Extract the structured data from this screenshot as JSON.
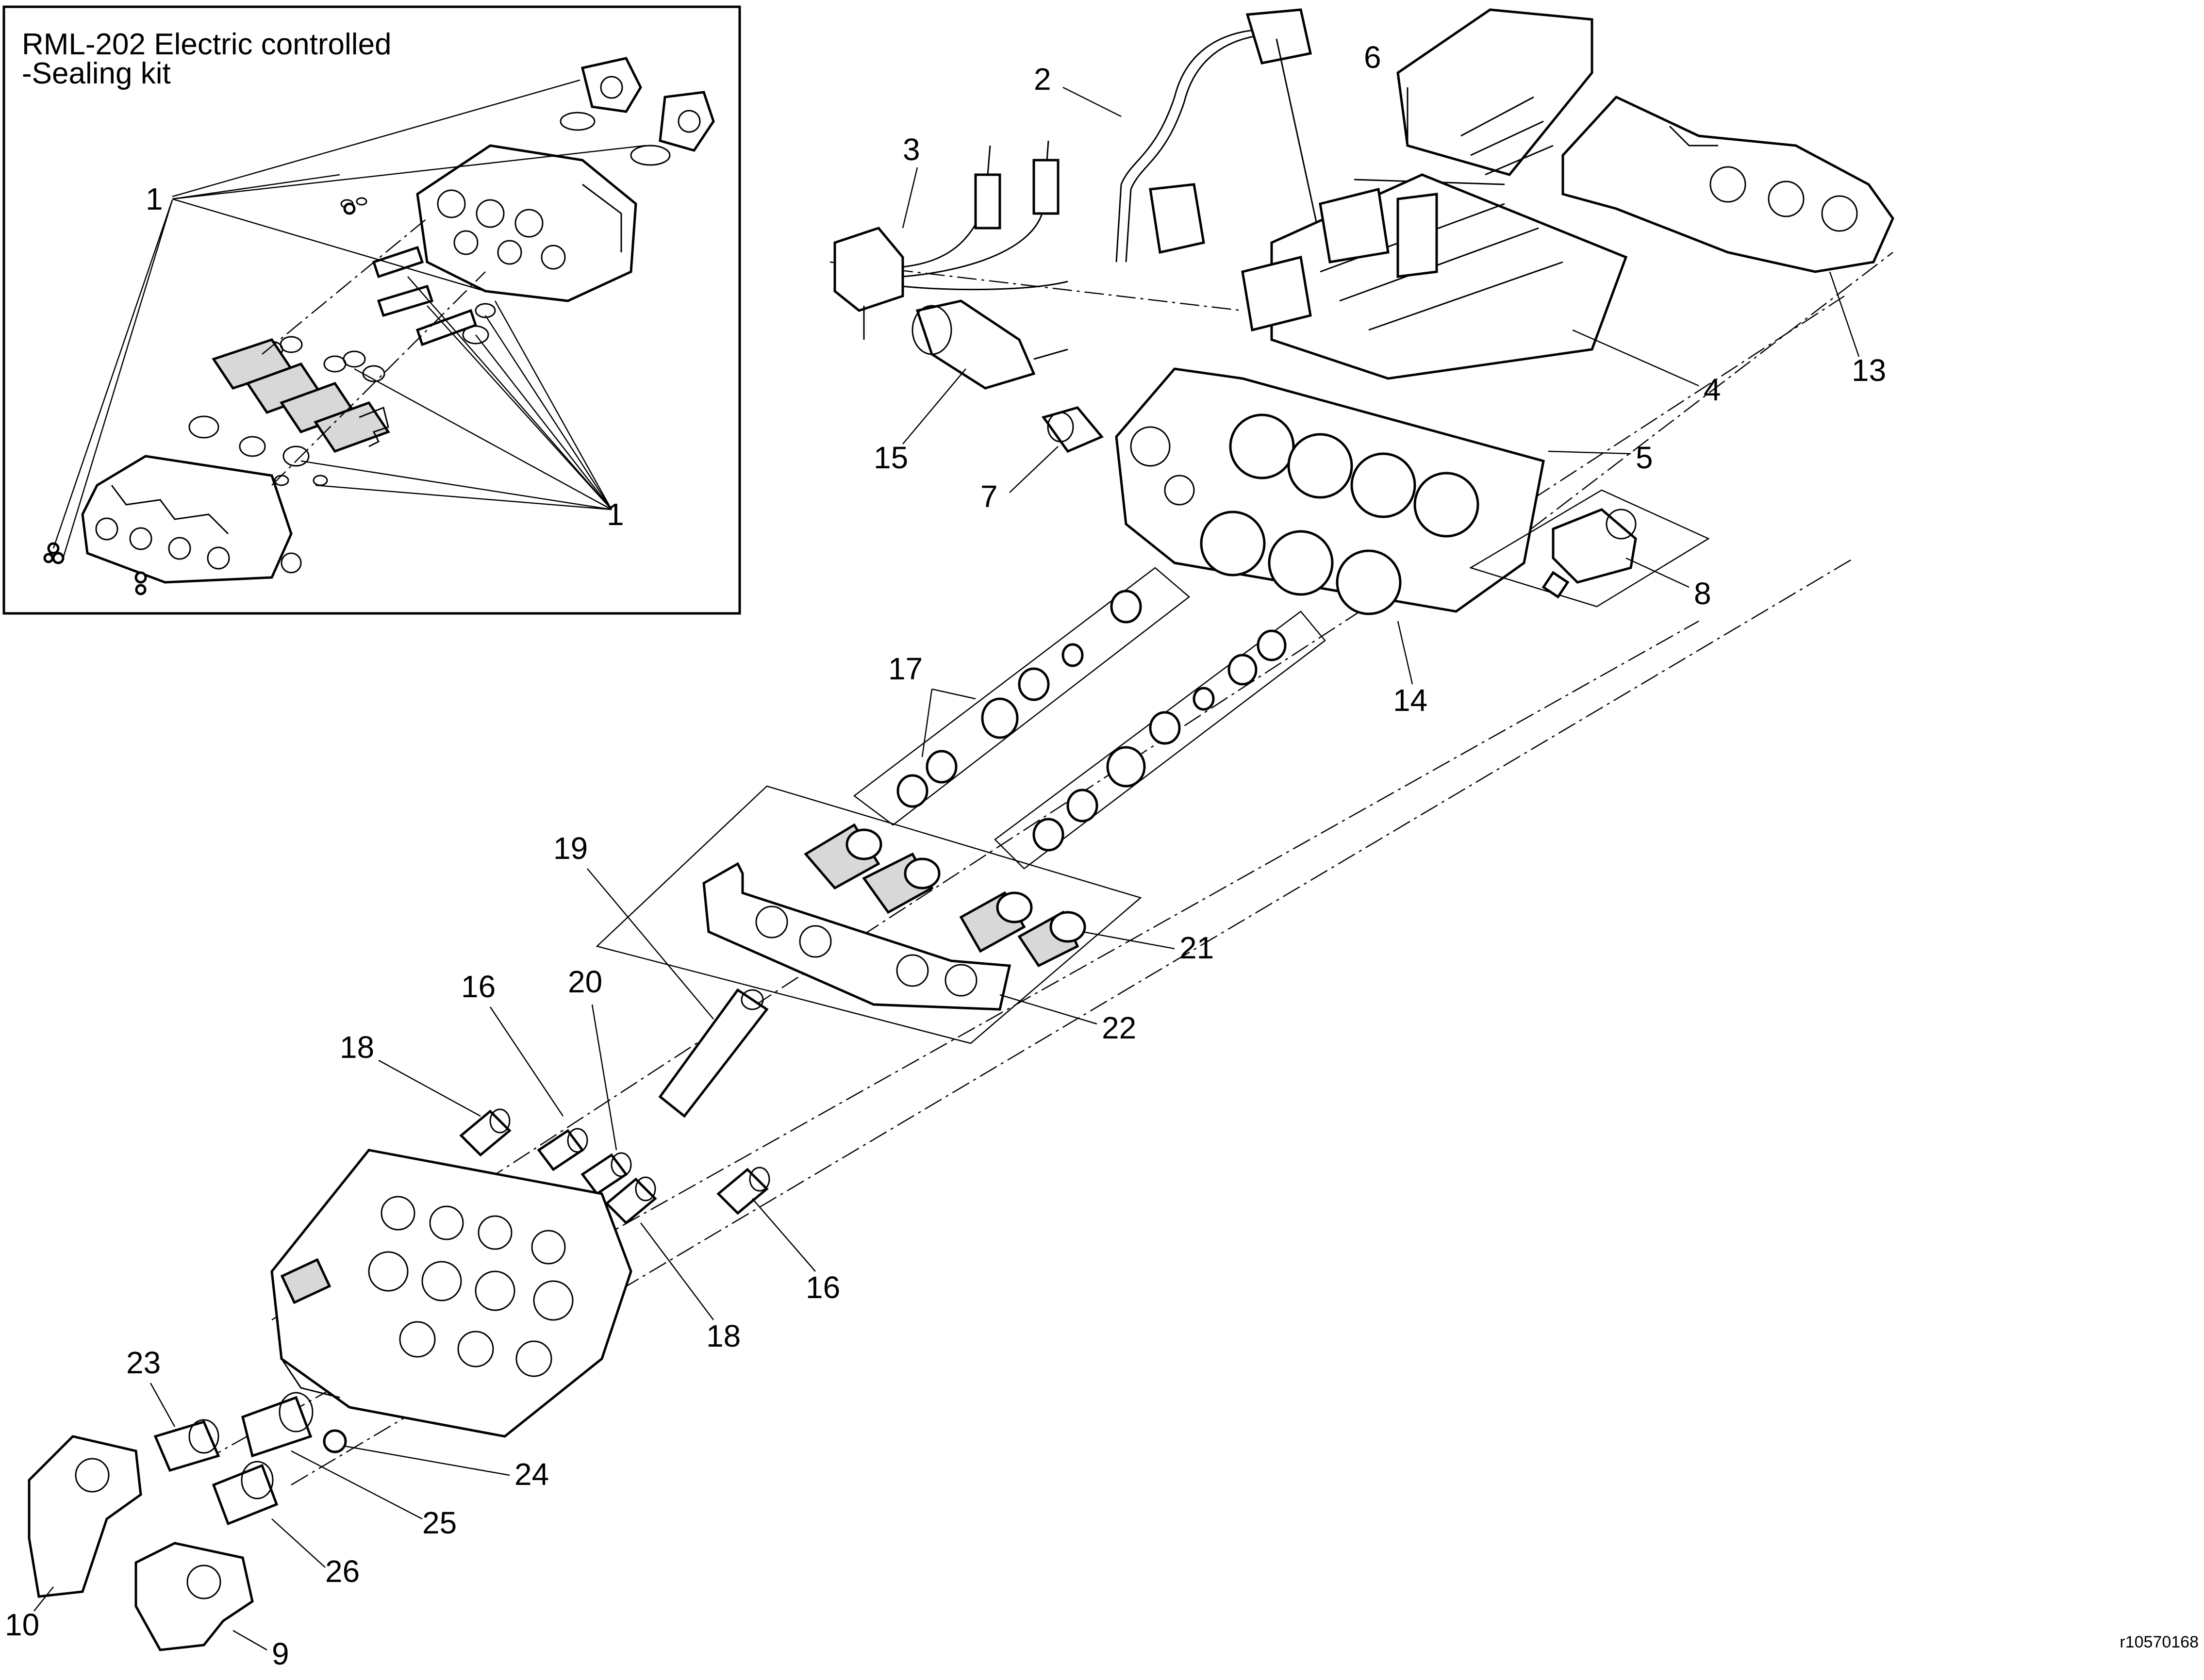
{
  "inset": {
    "title_line1": "RML-202 Electric controlled",
    "title_line2": "-Sealing kit",
    "callouts": [
      "1",
      "1"
    ]
  },
  "callouts": {
    "c2": "2",
    "c3": "3",
    "c4": "4",
    "c5": "5",
    "c6": "6",
    "c7": "7",
    "c8": "8",
    "c9": "9",
    "c10": "10",
    "c13": "13",
    "c14": "14",
    "c15": "15",
    "c16a": "16",
    "c16b": "16",
    "c17": "17",
    "c18a": "18",
    "c18b": "18",
    "c19": "19",
    "c20": "20",
    "c21": "21",
    "c22": "22",
    "c23": "23",
    "c24": "24",
    "c25": "25",
    "c26": "26"
  },
  "figure_ref": "r10570168",
  "colors": {
    "line": "#000000",
    "background": "#ffffff",
    "shade": "#d8d8d8"
  }
}
